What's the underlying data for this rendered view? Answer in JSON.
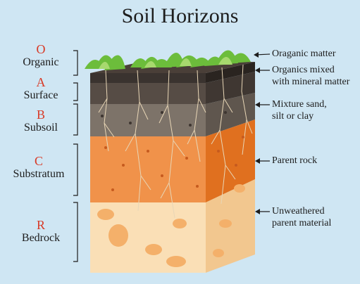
{
  "title": "Soil Horizons",
  "horizons": [
    {
      "letter": "O",
      "name": "Organic"
    },
    {
      "letter": "A",
      "name": "Surface"
    },
    {
      "letter": "B",
      "name": "Subsoil"
    },
    {
      "letter": "C",
      "name": "Substratum"
    },
    {
      "letter": "R",
      "name": "Bedrock"
    }
  ],
  "annotations": [
    {
      "lines": [
        "Oraganic matter"
      ]
    },
    {
      "lines": [
        "Organics mixed",
        "with mineral matter"
      ]
    },
    {
      "lines": [
        "Mixture sand,",
        "silt or clay"
      ]
    },
    {
      "lines": [
        "Parent rock"
      ]
    },
    {
      "lines": [
        "Unweathered",
        "parent material"
      ]
    }
  ],
  "colors": {
    "background": "#cfe6f3",
    "letter": "#d83a26",
    "organic_front": "#3a332f",
    "surface_front": "#564c45",
    "subsoil_front": "#7d7369",
    "substratum_front": "#f0924a",
    "bedrock_front": "#fadfb6",
    "grass": "#6cbd3b"
  }
}
